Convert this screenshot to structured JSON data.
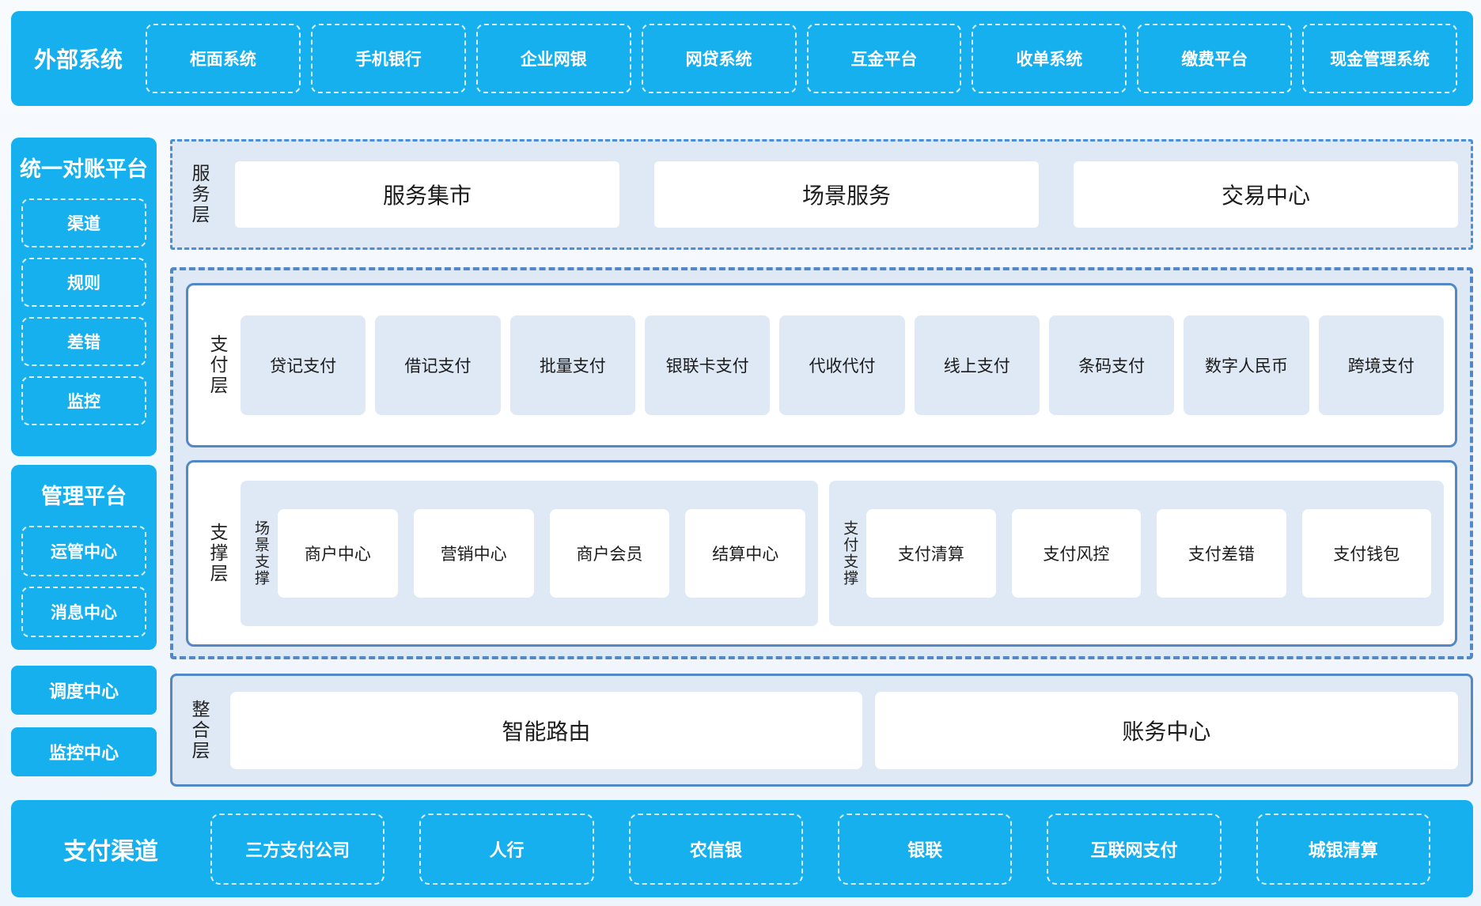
{
  "colors": {
    "primary_blue": "#16b0ef",
    "panel_light_blue": "#dfe9f5",
    "border_blue": "#5288c6",
    "dashed_white": "#ffffff",
    "text_dark": "#1b1b1b"
  },
  "top_bar": {
    "label": "外部系统",
    "items": [
      "柜面系统",
      "手机银行",
      "企业网银",
      "网贷系统",
      "互金平台",
      "收单系统",
      "缴费平台",
      "现金管理系统"
    ]
  },
  "sidebar": {
    "recon_platform": {
      "title": "统一对账平台",
      "items": [
        "渠道",
        "规则",
        "差错",
        "监控"
      ]
    },
    "mgmt_platform": {
      "title": "管理平台",
      "items": [
        "运管中心",
        "消息中心"
      ]
    },
    "standalone": [
      "调度中心",
      "监控中心"
    ]
  },
  "service_layer": {
    "label": "服务层",
    "items": [
      "服务集市",
      "场景服务",
      "交易中心"
    ]
  },
  "payment_layer": {
    "label": "支付层",
    "items": [
      "贷记支付",
      "借记支付",
      "批量支付",
      "银联卡支付",
      "代收代付",
      "线上支付",
      "条码支付",
      "数字人民币",
      "跨境支付"
    ]
  },
  "support_layer": {
    "label": "支撑层",
    "groups": [
      {
        "label": "场景支撑",
        "items": [
          "商户中心",
          "营销中心",
          "商户会员",
          "结算中心"
        ]
      },
      {
        "label": "支付支撑",
        "items": [
          "支付清算",
          "支付风控",
          "支付差错",
          "支付钱包"
        ]
      }
    ]
  },
  "integration_layer": {
    "label": "整合层",
    "items": [
      "智能路由",
      "账务中心"
    ]
  },
  "bottom_bar": {
    "label": "支付渠道",
    "items": [
      "三方支付公司",
      "人行",
      "农信银",
      "银联",
      "互联网支付",
      "城银清算"
    ]
  }
}
